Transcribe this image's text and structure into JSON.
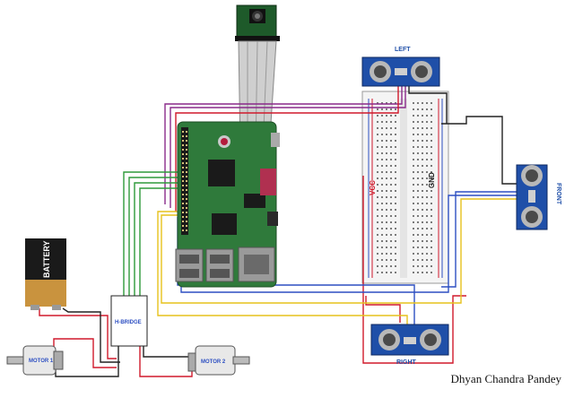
{
  "labels": {
    "left_sensor": "LEFT",
    "right_sensor": "RIGHT",
    "front_sensor": "FRONT",
    "vcc": "VCC",
    "gnd": "GND",
    "hbridge": "H-BRIDGE",
    "motor1": "MOTOR 1",
    "motor2": "MOTOR 2",
    "battery": "BATTERY"
  },
  "credit": "Dhyan Chandra Pandey",
  "colors": {
    "red_wire": "#d0192b",
    "purple_wire": "#8a2a8a",
    "green_wire": "#2e9a3a",
    "yellow_wire": "#e6c21c",
    "blue_wire": "#2d4fc2",
    "black_wire": "#222222",
    "pcb": "#2f7a3b",
    "sensor_blue": "#1f4fa8",
    "battery_gold": "#c9933e"
  }
}
